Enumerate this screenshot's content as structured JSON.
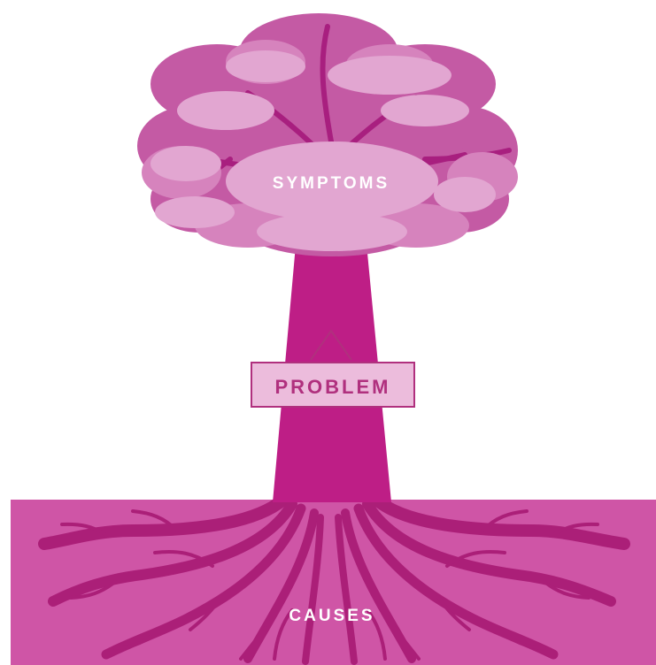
{
  "labels": {
    "symptoms": "SYMPTOMS",
    "problem": "PROBLEM",
    "causes": "CAUSES"
  },
  "colors": {
    "background": "#ffffff",
    "canopy_dark": "#c45aa4",
    "canopy_mid": "#d683bd",
    "canopy_light": "#e2a6d1",
    "branch": "#a81f7f",
    "trunk": "#be1e86",
    "ground": "#cf55a6",
    "roots": "#ab1f78",
    "sign_fill": "#ecbcdc",
    "sign_border": "#b0307e",
    "sign_text": "#b0307e",
    "label_light": "#ffffff"
  }
}
